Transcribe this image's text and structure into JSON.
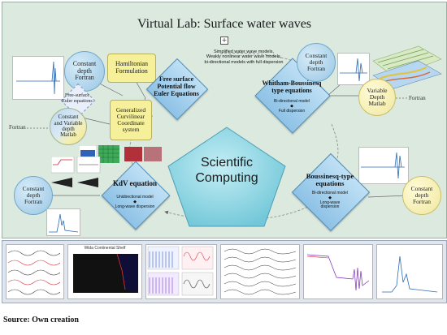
{
  "title": "Virtual Lab: Surface water waves",
  "center": {
    "label_line1": "Scientific",
    "label_line2": "Computing"
  },
  "free_surface": {
    "line1": "Free surface",
    "line2": "Potential flow",
    "line3": "Euler Equations"
  },
  "whitham": {
    "line1": "Whitham-Boussinesq",
    "line2": "type equations",
    "sub1": "Bi-directional model",
    "sub2": "Full dispersion"
  },
  "kdv": {
    "line1": "KdV equation",
    "sub1": "Unidirectional model",
    "sub2": "Long-wave dispersion"
  },
  "boussinesq": {
    "line1": "Boussinesq-type",
    "line2": "equations",
    "sub1": "Bi-directional model",
    "sub2": "Long-wave",
    "sub3": "dispersion"
  },
  "hamiltonian": {
    "line1": "Hamiltonian",
    "line2": "Formulation"
  },
  "generalized": {
    "line1": "Generalized",
    "line2": "Curvilinear",
    "line3": "Coordinate",
    "line4": "system"
  },
  "note_top": {
    "line1": "Simplified water wave models,",
    "line2": "Weakly nonlinear water wave models,",
    "line3": "bi-directional models with full dispersion"
  },
  "circles": {
    "tl": {
      "line1": "Constant",
      "line2": "depth",
      "line3": "Fortran"
    },
    "ml": {
      "line1": "Constant",
      "line2": "and Variable",
      "line3": "depth",
      "line4": "Matlab"
    },
    "tr": {
      "line1": "Constant",
      "line2": "depth",
      "line3": "Fortran"
    },
    "vr": {
      "line1": "Variable",
      "line2": "Depth",
      "line3": "Matlab"
    },
    "kl": {
      "line1": "Constant",
      "line2": "depth",
      "line3": "Fortran"
    },
    "br": {
      "line1": "Constant",
      "line2": "depth",
      "line3": "Fortran"
    }
  },
  "free_surface_euler_small": {
    "line1": "Free-surface",
    "line2": "Euler equations"
  },
  "fortran_left": "Fortran",
  "fortran_right": "Fortran",
  "strip_thumb_title": "Wida Continental Shelf",
  "caption": "Source: Own creation",
  "colors": {
    "background": "#dbe9df",
    "diamond": "#8ec2e6",
    "pentagon": "#8fd6e4",
    "yellow": "#f5f099"
  }
}
